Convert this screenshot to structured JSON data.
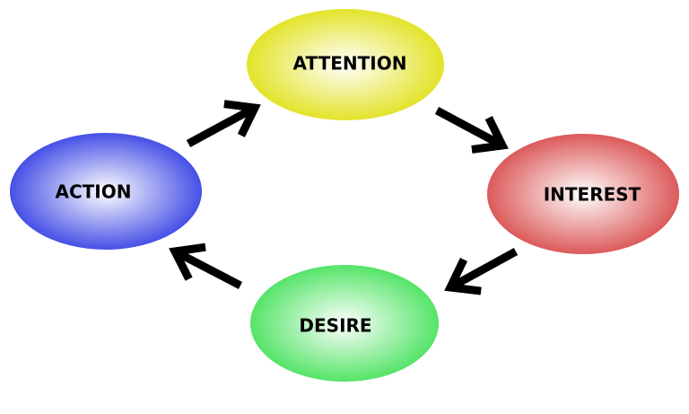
{
  "title": "AIDA cycle",
  "stages": [
    {
      "id": "attention",
      "label": "ATTENTION",
      "color": "#e3e32a"
    },
    {
      "id": "interest",
      "label": "INTEREST",
      "color": "#dc5a5a"
    },
    {
      "id": "desire",
      "label": "DESIRE",
      "color": "#55e468"
    },
    {
      "id": "action",
      "label": "ACTION",
      "color": "#4650e6"
    }
  ],
  "arrow_color": "#000000"
}
